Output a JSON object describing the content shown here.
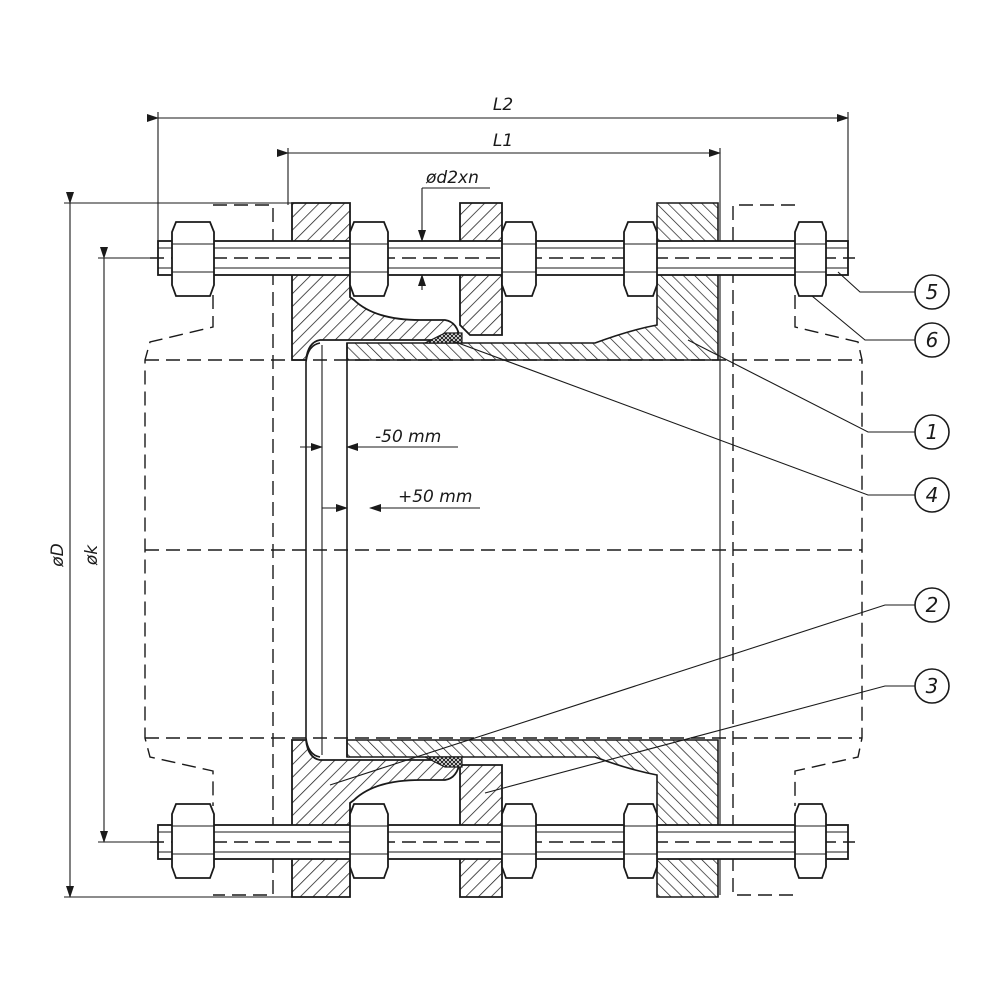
{
  "dimensions": {
    "l2": "L2",
    "l1": "L1",
    "d2xn": "ød2xn",
    "D": "øD",
    "k": "øk",
    "minus50": "-50 mm",
    "plus50": "+50 mm"
  },
  "balloons": [
    "5",
    "6",
    "1",
    "4",
    "2",
    "3"
  ]
}
